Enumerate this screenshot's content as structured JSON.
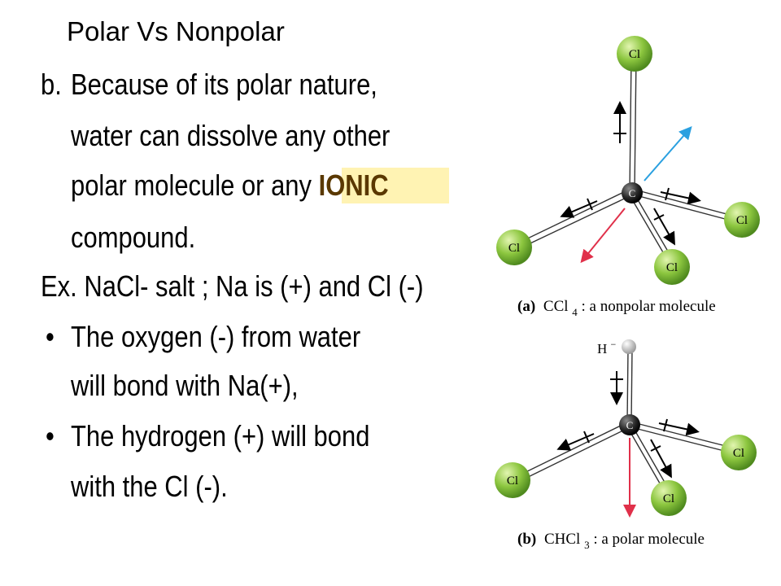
{
  "title": "Polar Vs Nonpolar",
  "body": {
    "marker_b": "b.",
    "line1": "Because of its polar nature,",
    "line2": "water can dissolve any other",
    "line3": "polar molecule or any",
    "ionic": "IONIC",
    "line4": "compound.",
    "line5": "Ex.  NaCl- salt ;  Na is (+) and Cl (-)",
    "bullet_char": "•",
    "bullet1_line1": "The oxygen (-) from water",
    "bullet1_line2": "will bond with Na(+),",
    "bullet2_line1": "The hydrogen (+) will bond",
    "bullet2_line2": "with the Cl (-)."
  },
  "diagram_a": {
    "center_label": "C",
    "atoms": [
      "Cl",
      "Cl",
      "Cl",
      "Cl"
    ],
    "caption_letter": "(a)",
    "caption_formula": "CCl",
    "caption_subscript": "4",
    "caption_rest": ": a nonpolar molecule"
  },
  "diagram_b": {
    "center_label": "C",
    "h_label": "H",
    "h_superscript": "−",
    "atoms": [
      "Cl",
      "Cl",
      "Cl"
    ],
    "caption_letter": "(b)",
    "caption_formula": "CHCl",
    "caption_subscript": "3",
    "caption_rest": ": a polar molecule"
  },
  "colors": {
    "chlorine_fill": "#8cc63f",
    "chlorine_highlight": "#d8f0a0",
    "carbon_fill": "#2a2a2a",
    "net_dipole_blue": "#2aa0e0",
    "net_dipole_red": "#e0304a",
    "highlight": "#fff3b3",
    "ionic_text": "#5a3800"
  }
}
